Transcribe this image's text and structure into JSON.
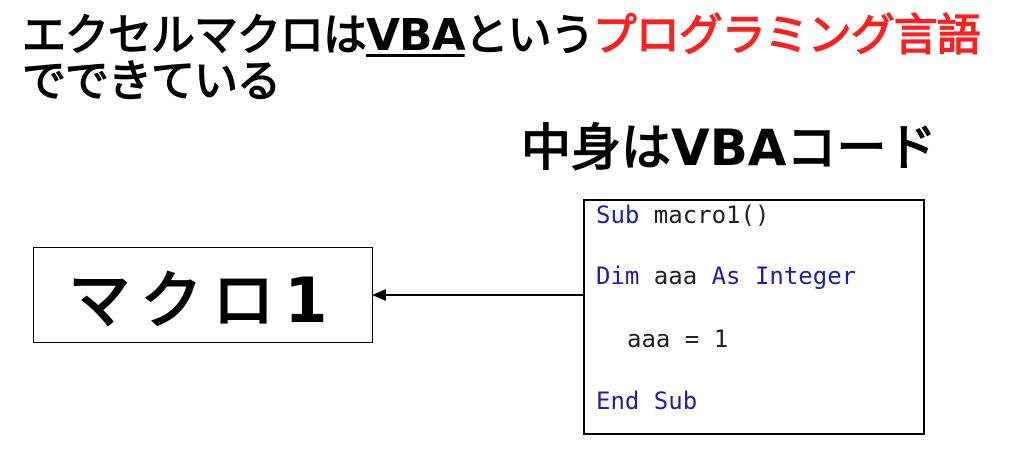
{
  "headline": {
    "part1": "エクセルマクロは",
    "keyword": "VBA",
    "part2": "という",
    "highlight": "プログラミング言語",
    "line2": "でできている",
    "highlight_color": "#ff1f1f"
  },
  "subtitle": "中身はVBAコード",
  "macro_box": {
    "label": "マクロ1"
  },
  "code": {
    "line1_kw": "Sub",
    "line1_rest": " macro1()",
    "line2_kw1": "Dim",
    "line2_mid": " aaa ",
    "line2_kw2": "As Integer",
    "line3": "aaa = 1",
    "line4_kw": "End Sub",
    "keyword_color": "#1f1fa8"
  },
  "icons": {
    "arrow": "arrow-left-icon"
  }
}
